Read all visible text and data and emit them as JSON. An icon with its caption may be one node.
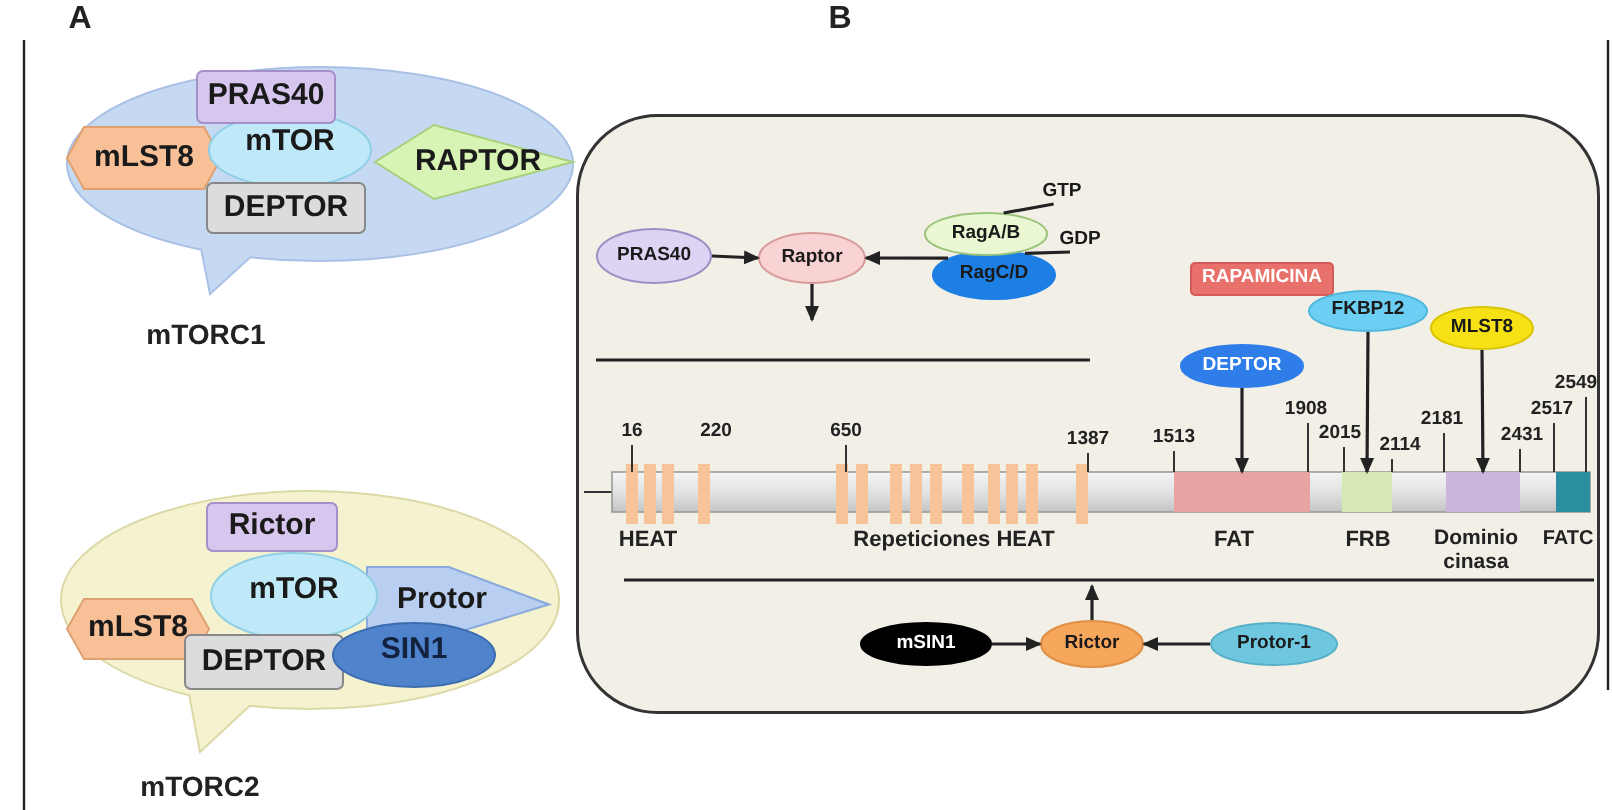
{
  "diagram": {
    "nodes": [
      {
        "text": [],
        "shape": "bubble",
        "beside": [
          "mTORC1"
        ]
      },
      {
        "text": [
          "PRAS40"
        ],
        "in": 0
      },
      {
        "text": [
          "mLST8"
        ],
        "in": 0
      },
      {
        "text": [
          "mTOR"
        ],
        "in": 0
      },
      {
        "text": [
          "RAPTOR"
        ],
        "in": 0
      },
      {
        "text": [
          "DEPTOR"
        ],
        "in": 0
      },
      {
        "text": [],
        "shape": "bubble",
        "beside": [
          "mTORC2"
        ]
      },
      {
        "text": [
          "Rictor"
        ],
        "in": 6
      },
      {
        "text": [
          "mLST8"
        ],
        "in": 6
      },
      {
        "text": [
          "mTOR"
        ],
        "in": 6
      },
      {
        "text": [
          "Protor"
        ],
        "in": 6
      },
      {
        "text": [
          "DEPTOR"
        ],
        "in": 6
      },
      {
        "text": [
          "SIN1"
        ],
        "in": 6
      },
      {
        "text": [],
        "shape": "box"
      },
      {
        "text": [
          "PRAS40"
        ],
        "in": 13
      },
      {
        "text": [
          "Raptor"
        ],
        "in": 13
      },
      {
        "text": [
          "RagA/B"
        ],
        "in": 13
      },
      {
        "text": [
          "RagC/D"
        ],
        "in": 13
      },
      {
        "text": [
          "GTP"
        ],
        "in": 13
      },
      {
        "text": [
          "GDP"
        ],
        "in": 13
      },
      {
        "text": [
          "RAPAMICINA"
        ],
        "in": 13
      },
      {
        "text": [
          "FKBP12"
        ],
        "in": 13
      },
      {
        "text": [
          "MLST8"
        ],
        "in": 13
      },
      {
        "text": [
          "DEPTOR"
        ],
        "in": 13
      },
      {
        "text": [
          "mSIN1"
        ],
        "in": 13
      },
      {
        "text": [
          "Rictor"
        ],
        "in": 13
      },
      {
        "text": [
          "Protor-1"
        ],
        "in": 13
      },
      {
        "text": [],
        "shape": "bar",
        "in": 13,
        "beside": [
          "FAT"
        ]
      },
      {
        "text": [],
        "shape": "bar",
        "in": 13,
        "beside": [
          "FRB"
        ]
      },
      {
        "text": [],
        "shape": "bar",
        "in": 13,
        "beside": [
          "Dominio cinasa"
        ]
      }
    ],
    "edges": [
      {
        "from": 14,
        "to": 15,
        "arrow": "to"
      },
      {
        "from": 17,
        "to": 15,
        "arrow": "to"
      },
      {
        "from": 15,
        "to": null,
        "arrow": "to"
      },
      {
        "from": 18,
        "to": 16,
        "arrow": "none"
      },
      {
        "from": 19,
        "to": 17,
        "arrow": "none"
      },
      {
        "from": 21,
        "to": 28,
        "arrow": "to"
      },
      {
        "from": 22,
        "to": 29,
        "arrow": "to"
      },
      {
        "from": 23,
        "to": 27,
        "arrow": "to"
      },
      {
        "from": 24,
        "to": 25,
        "arrow": "to"
      },
      {
        "from": 26,
        "to": 25,
        "arrow": "to"
      },
      {
        "from": 25,
        "to": null,
        "arrow": "to"
      }
    ],
    "labels": [
      "A",
      "B",
      "16",
      "220",
      "650",
      "1387",
      "1513",
      "1908",
      "2015",
      "2114",
      "2181",
      "2431",
      "2517",
      "2549",
      "HEAT",
      "Repeticiones HEAT",
      "FATC"
    ]
  }
}
